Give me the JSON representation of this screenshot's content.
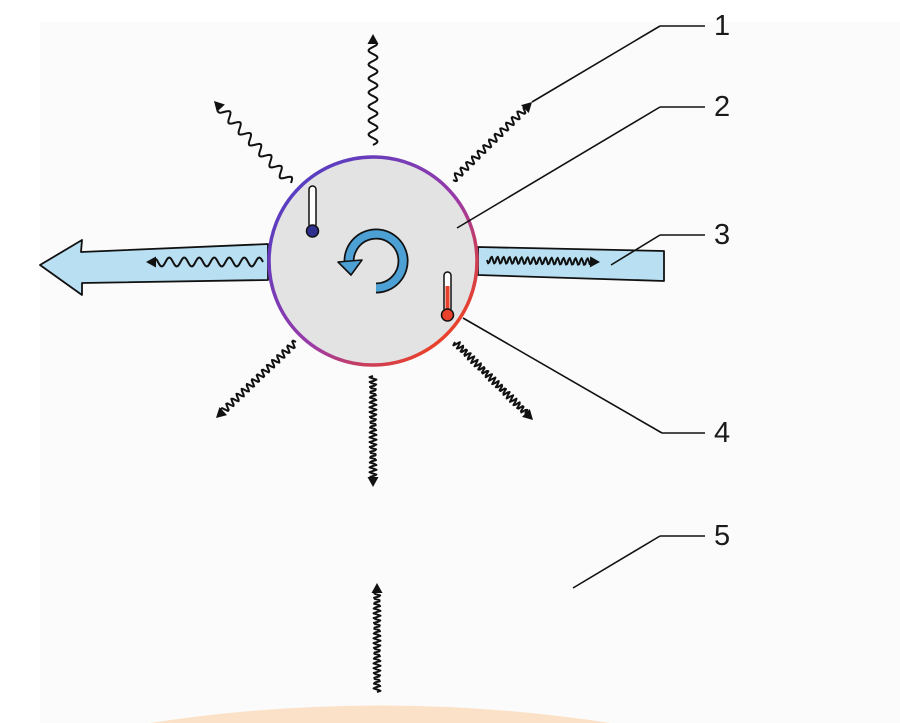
{
  "callouts": [
    {
      "number": "1",
      "meaning": "emitted-radiation"
    },
    {
      "number": "2",
      "meaning": "body"
    },
    {
      "number": "3",
      "meaning": "heat-flow"
    },
    {
      "number": "4",
      "meaning": "hot-side-surface"
    },
    {
      "number": "5",
      "meaning": "surroundings"
    }
  ],
  "colors": {
    "background_panel": "#fbfbfb",
    "body_fill": "#e3e3e3",
    "cold": "#5a3dc1",
    "hot": "#e8412c",
    "heat_arrow_fill": "#b8dff2",
    "rotation_icon": "#4da0d4",
    "ground": "#fbe1c7",
    "ink": "#111111"
  },
  "icons": [
    "cold-thermometer-icon",
    "hot-thermometer-icon",
    "rotation-icon"
  ]
}
